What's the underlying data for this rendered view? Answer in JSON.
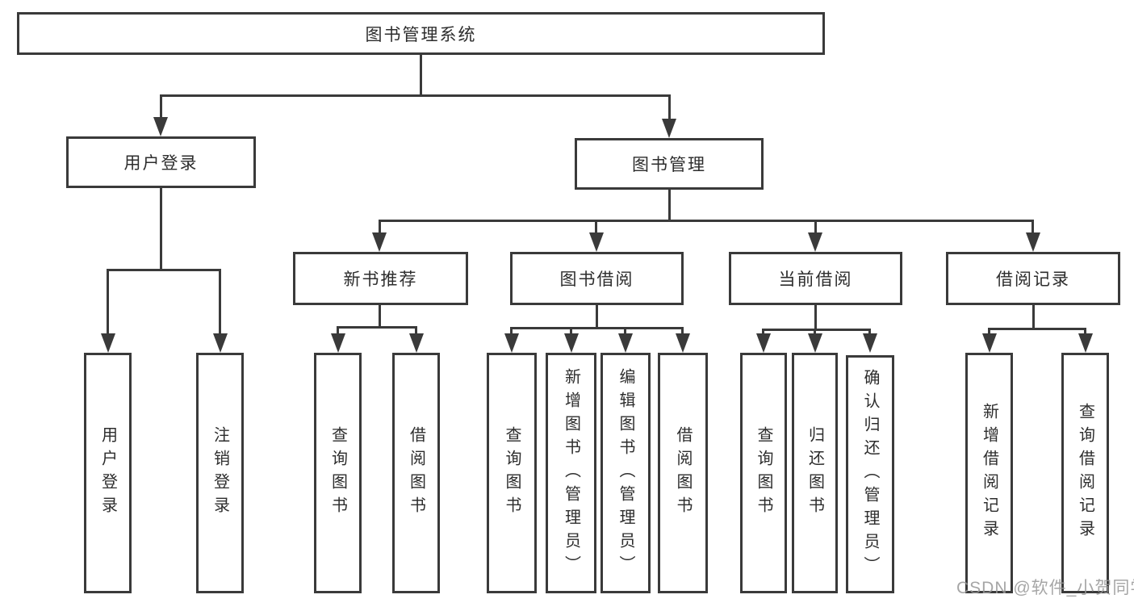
{
  "diagram": {
    "root": {
      "label": "图书管理系统"
    },
    "children": [
      {
        "label": "用户登录",
        "children": [
          {
            "label": "用户登录"
          },
          {
            "label": "注销登录"
          }
        ]
      },
      {
        "label": "图书管理",
        "children": [
          {
            "label": "新书推荐",
            "children": [
              {
                "label": "查询图书"
              },
              {
                "label": "借阅图书"
              }
            ]
          },
          {
            "label": "图书借阅",
            "children": [
              {
                "label": "查询图书"
              },
              {
                "label": "新增图书（管理员）"
              },
              {
                "label": "编辑图书（管理员）"
              },
              {
                "label": "借阅图书"
              }
            ]
          },
          {
            "label": "当前借阅",
            "children": [
              {
                "label": "查询图书"
              },
              {
                "label": "归还图书"
              },
              {
                "label": "确认归还（管理员）"
              }
            ]
          },
          {
            "label": "借阅记录",
            "children": [
              {
                "label": "新增借阅记录"
              },
              {
                "label": "查询借阅记录"
              }
            ]
          }
        ]
      }
    ]
  },
  "watermark": {
    "text": "CSDN @软件_小贺同学"
  },
  "colors": {
    "line": "#3a3a3a",
    "node_border": "#3a3a3a",
    "text": "#2d2d2d",
    "background": "#ffffff",
    "watermark_text": "#979797"
  }
}
